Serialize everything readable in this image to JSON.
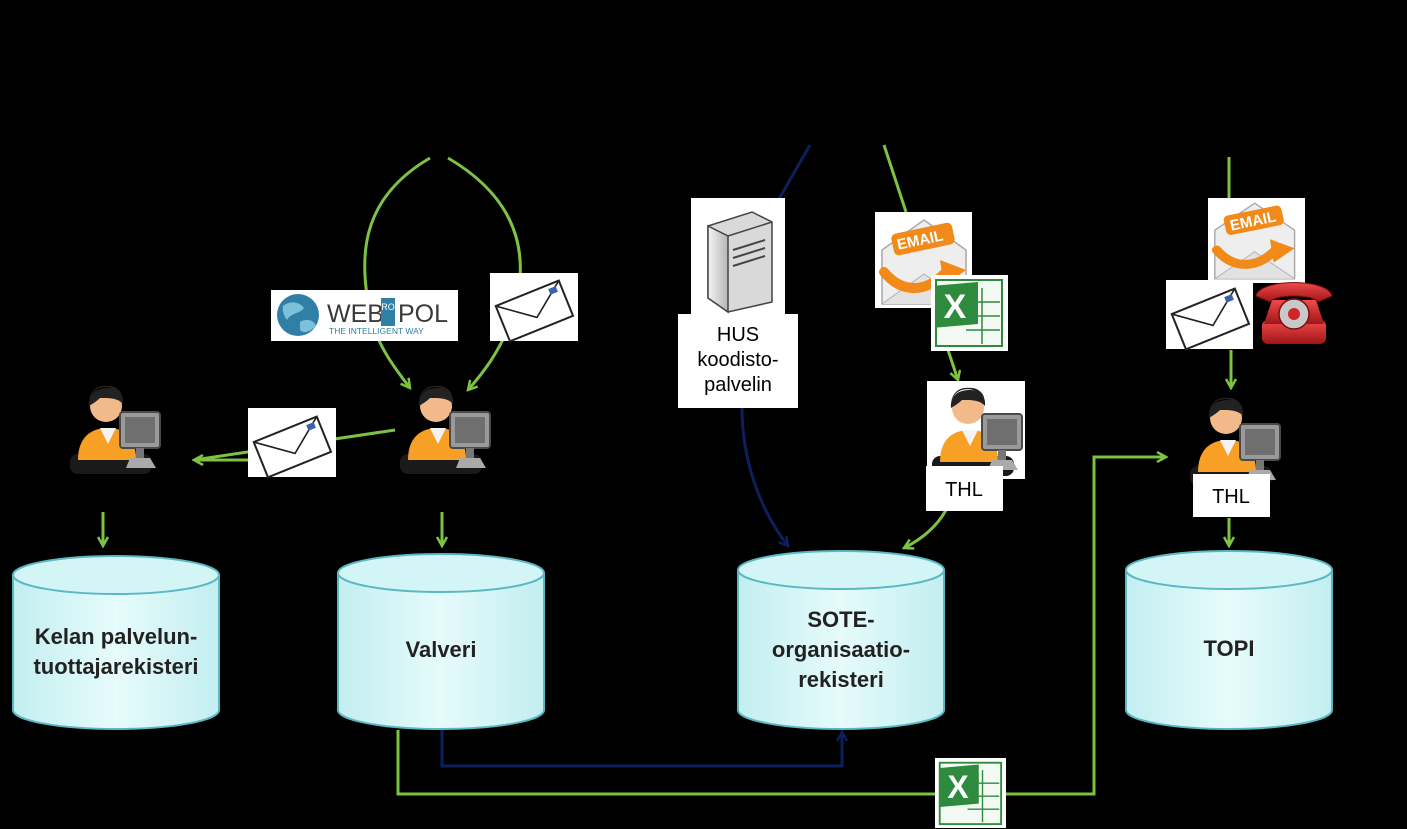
{
  "databases": {
    "kela": [
      "Kelan palvelun-",
      "tuottajarekisteri"
    ],
    "valveri": [
      "Valveri"
    ],
    "sote": [
      "SOTE-",
      "organisaatio-",
      "rekisteri"
    ],
    "topi": [
      "TOPI"
    ]
  },
  "labels": {
    "hus": [
      "HUS",
      "koodisto-",
      "palvelin"
    ],
    "thl_1": "THL",
    "thl_2": "THL"
  },
  "logos": {
    "webropol_main": "WEB",
    "webropol_ro": "RO",
    "webropol_pol": "POL",
    "webropol_tagline": "THE INTELLIGENT WAY",
    "email": "EMAIL",
    "excel": "X"
  },
  "colors": {
    "background": "#000000",
    "green_arrow": "#7dc242",
    "navy_arrow": "#0d1f5c",
    "database_fill": "#d4f5f5",
    "database_stroke": "#5ab8c4",
    "email_orange": "#f28a1a",
    "excel_green": "#2e8b3e",
    "phone_red": "#d0262a",
    "person_orange": "#f7a025"
  }
}
